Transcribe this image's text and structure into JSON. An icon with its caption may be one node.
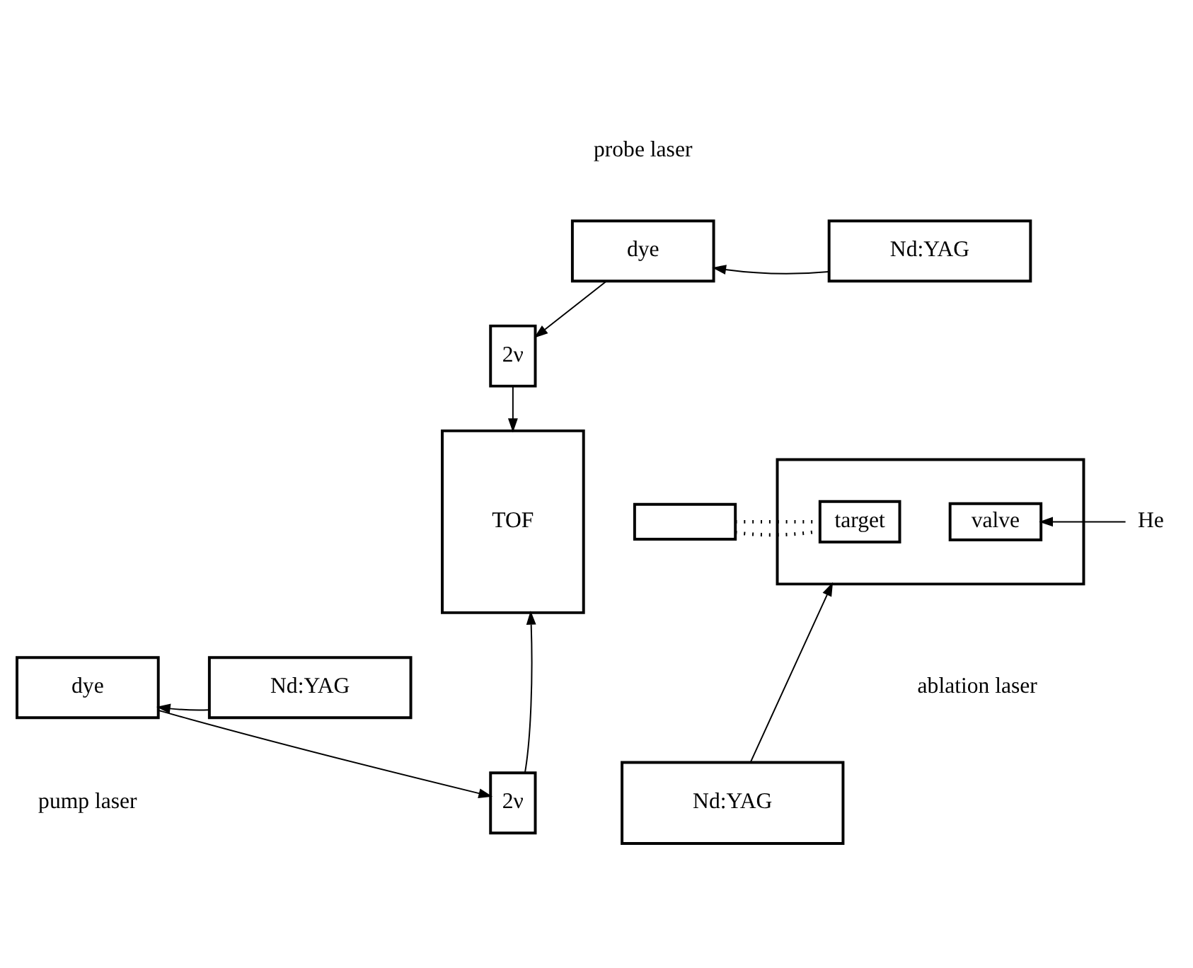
{
  "diagram": {
    "nodes": [
      {
        "text": [
          "dye"
        ]
      },
      {
        "text": [
          "Nd:YAG"
        ]
      },
      {
        "text": [
          "2ν"
        ]
      },
      {
        "text": [
          "TOF"
        ]
      },
      {
        "text": [],
        "shape": "box"
      },
      {
        "text": [],
        "shape": "box"
      },
      {
        "text": [
          "target"
        ],
        "in": 4
      },
      {
        "text": [
          "valve"
        ],
        "in": 4
      },
      {
        "text": [
          "He"
        ]
      },
      {
        "text": [
          "Nd:YAG"
        ]
      },
      {
        "text": [
          "2ν"
        ]
      },
      {
        "text": [
          "dye"
        ]
      },
      {
        "text": [
          "Nd:YAG"
        ]
      }
    ],
    "edges": [
      {
        "from": 1,
        "to": 0,
        "arrow": "to"
      },
      {
        "from": 0,
        "to": 2,
        "arrow": "to"
      },
      {
        "from": 2,
        "to": 3,
        "arrow": "to"
      },
      {
        "from": 5,
        "to": 6,
        "arrow": "none",
        "style": "dashed"
      },
      {
        "from": 5,
        "to": 6,
        "arrow": "none",
        "style": "dashed"
      },
      {
        "from": 8,
        "to": 7,
        "arrow": "to"
      },
      {
        "from": 9,
        "to": 4,
        "arrow": "to"
      },
      {
        "from": 12,
        "to": 11,
        "arrow": "to"
      },
      {
        "from": 11,
        "to": 10,
        "arrow": "to"
      },
      {
        "from": 10,
        "to": 3,
        "arrow": "to"
      }
    ],
    "labels": [
      "probe laser",
      "ablation laser",
      "pump laser"
    ]
  }
}
